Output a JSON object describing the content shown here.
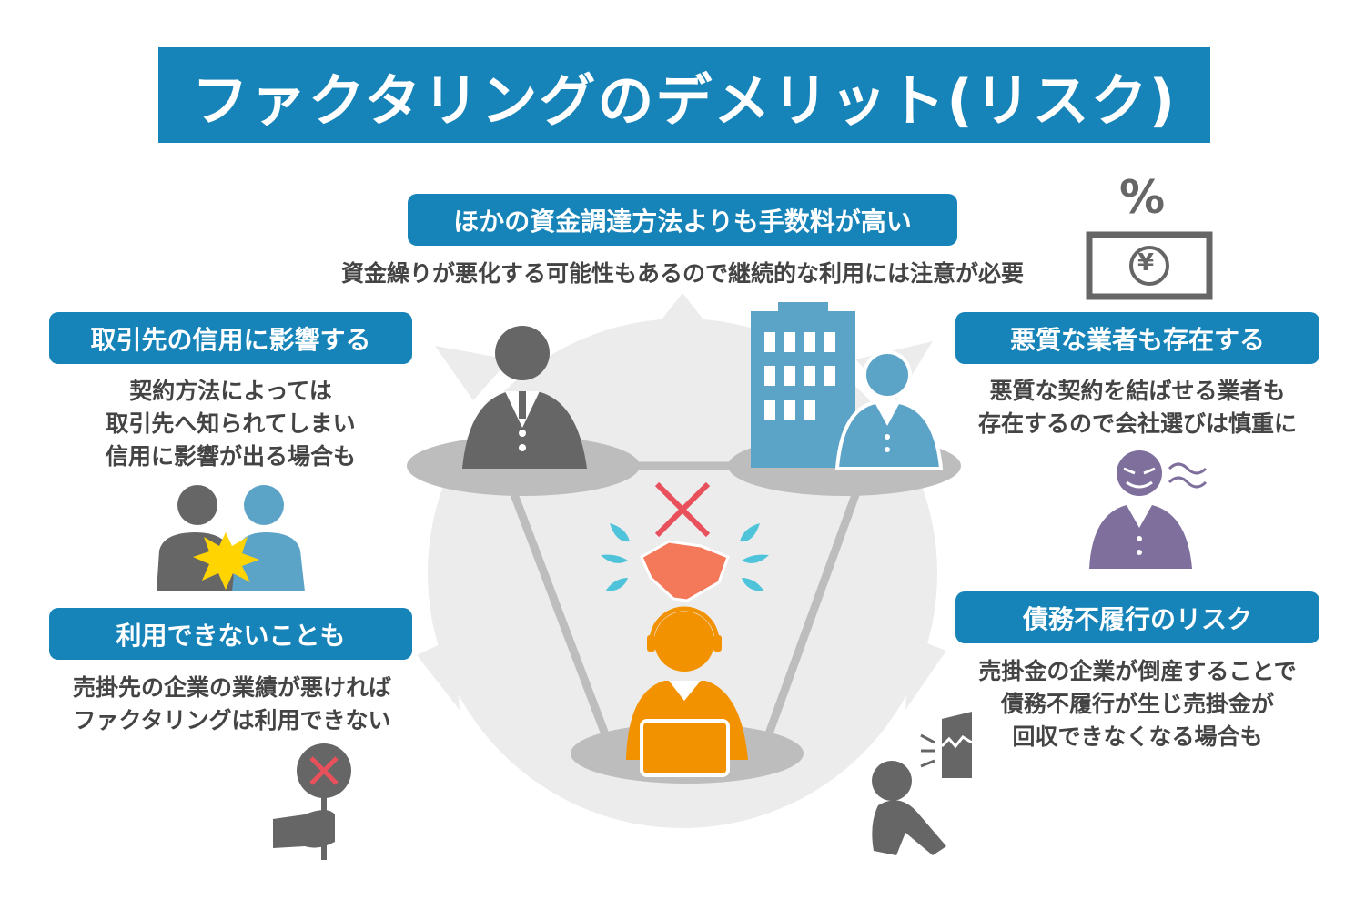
{
  "title": "ファクタリングのデメリット(リスク)",
  "center": {
    "heading": "ほかの資金調達方法よりも手数料が高い",
    "description": "資金繰りが悪化する可能性もあるので継続的な利用には注意が必要",
    "icon_text": {
      "percent": "%",
      "yen": "¥"
    }
  },
  "left_top": {
    "heading": "取引先の信用に影響する",
    "description": "契約方法によっては\n取引先へ知られてしまい\n信用に影響が出る場合も"
  },
  "left_bottom": {
    "heading": "利用できないことも",
    "description": "売掛先の企業の業績が悪ければ\nファクタリングは利用できない"
  },
  "right_top": {
    "heading": "悪質な業者も存在する",
    "description": "悪質な契約を結ばせる業者も\n存在するので会社選びは慎重に"
  },
  "right_bottom": {
    "heading": "債務不履行のリスク",
    "description": "売掛金の企業が倒産することで\n債務不履行が生じ売掛金が\n回収できなくなる場合も"
  },
  "colors": {
    "accent": "#1784b9",
    "gray": "#666666",
    "blue": "#5ba3c7",
    "orange": "#f39200",
    "purple": "#7e6f9c",
    "red": "#e8505b"
  }
}
